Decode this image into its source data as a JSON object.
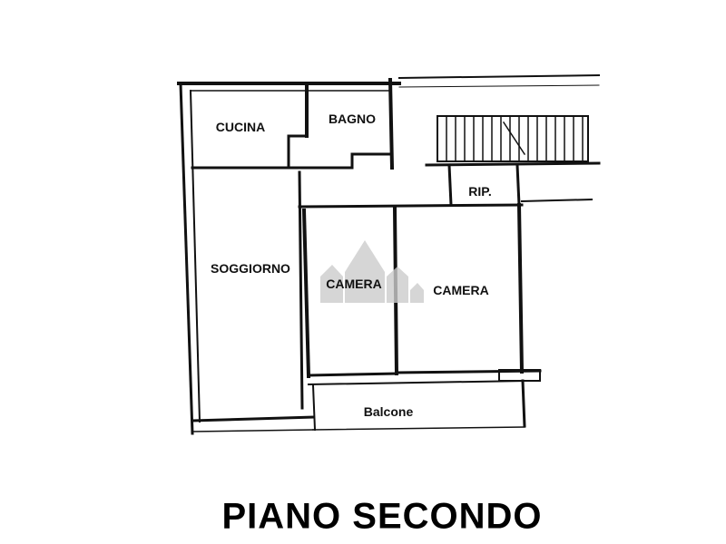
{
  "rooms": {
    "kitchen": "CUCINA",
    "bathroom": "BAGNO",
    "storage": "RIP.",
    "living": "SOGGIORNO",
    "bedroom1": "CAMERA",
    "bedroom2": "CAMERA",
    "balcony": "Balcone"
  },
  "floor_title": "PIANO SECONDO"
}
